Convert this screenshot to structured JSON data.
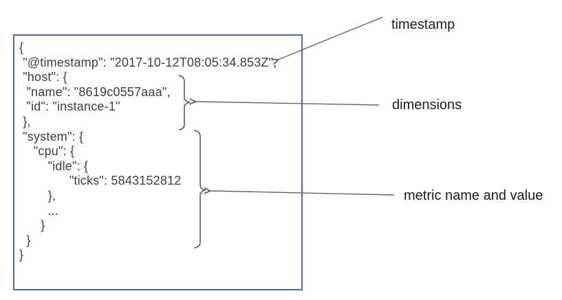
{
  "figure": {
    "type": "annotated-json-document-diagram"
  },
  "json_doc": {
    "lines": [
      "{",
      " \"@timestamp\": \"2017-10-12T08:05:34.853Z\",",
      " \"host\": {",
      "  \"name\": \"8619c0557aaa\",",
      "  \"id\": \"instance-1\"",
      " },",
      " \"system\": {",
      "    \"cpu\": {",
      "        \"idle\": {",
      "              \"ticks\": 5843152812",
      "        },",
      "        ...",
      "      }",
      "  }",
      "}"
    ],
    "fields": {
      "timestamp_value": "2017-10-12T08:05:34.853Z",
      "host_name": "8619c0557aaa",
      "host_id": "instance-1",
      "metric_path": "system.cpu.idle.ticks",
      "metric_value": 5843152812
    }
  },
  "annotations": {
    "timestamp_label": "timestamp",
    "dimensions_label": "dimensions",
    "metric_label": "metric name and value"
  },
  "colors": {
    "box_border": "#4f69a5",
    "annotation_stroke": "#4a5263",
    "arrow_shaft": "#5a6272",
    "code_text": "#3e3e3e",
    "label_text": "#1d1d1d",
    "background": "#ffffff"
  }
}
